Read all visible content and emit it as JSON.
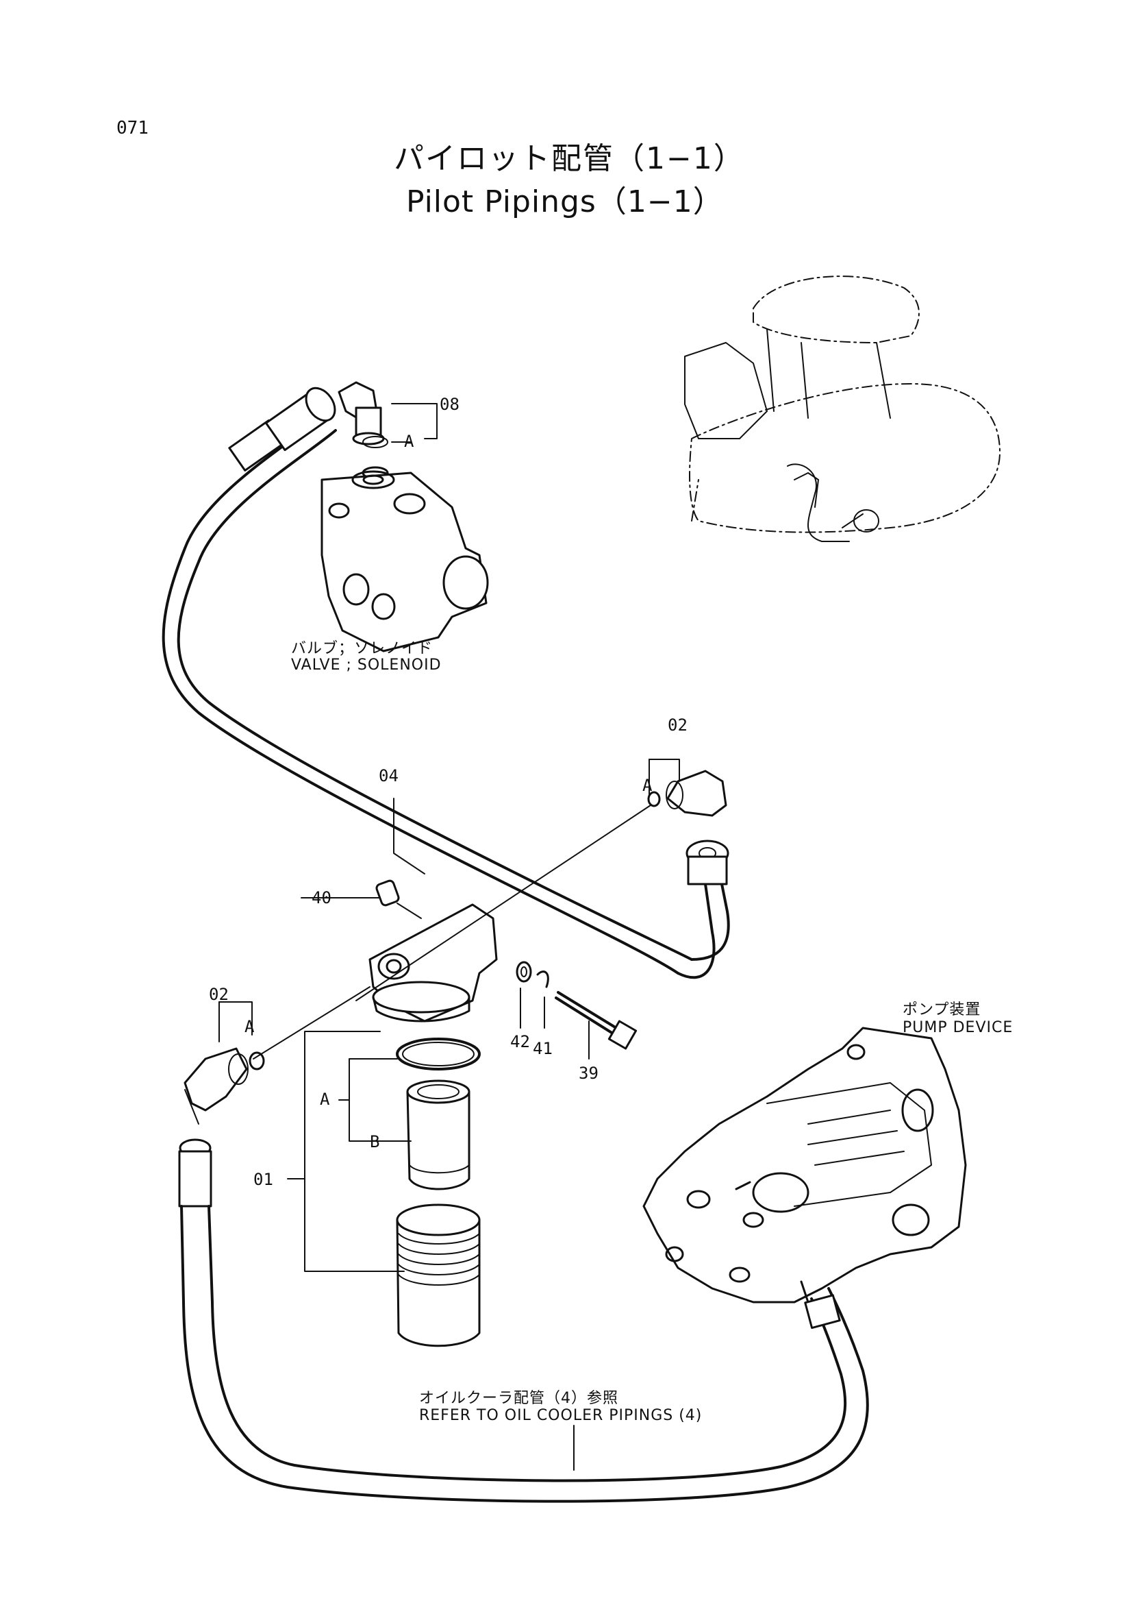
{
  "page_number": "071",
  "title_jp": "パイロット配管（1−1）",
  "title_en": "Pilot Pipings（1−1）",
  "valve_label_jp": "バルブ；ソレノイド",
  "valve_label_en": "VALVE ; SOLENOID",
  "pump_label_jp": "ポンプ装置",
  "pump_label_en": "PUMP DEVICE",
  "refer_label_jp": "オイルクーラ配管（4）参照",
  "refer_label_en": "REFER TO OIL COOLER PIPINGS (4)",
  "callouts": {
    "p08": "08",
    "p04": "04",
    "p02_top": "02",
    "p02_left": "02",
    "p40": "40",
    "p42": "42",
    "p41": "41",
    "p39": "39",
    "p01": "01",
    "a_08": "A",
    "a_02_top": "A",
    "a_02_left": "A",
    "a_01": "A",
    "b_01": "B"
  }
}
